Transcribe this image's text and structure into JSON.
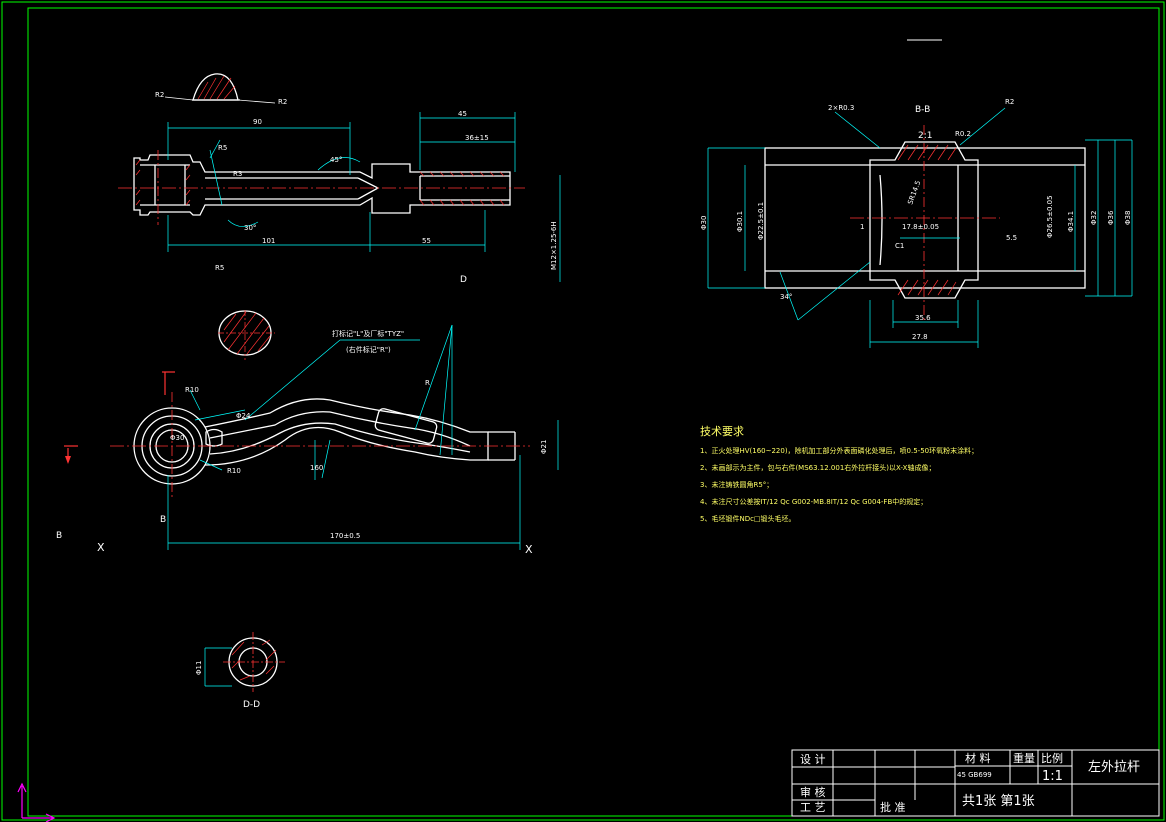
{
  "drawing": {
    "title": "左外拉杆",
    "material_label": "材 料",
    "weight_label": "重量",
    "scale_label": "比例",
    "material_value": "45 GB699",
    "scale_value": "1:1",
    "sheet_info": "共1张  第1张",
    "row_design": "设 计",
    "row_review": "审 核",
    "row_process": "工 艺",
    "row_approve": "批 准"
  },
  "section_labels": {
    "bb": "B-B",
    "bb_scale": "2:1",
    "dd": "D-D",
    "b1": "B",
    "b2": "B",
    "d": "D",
    "x1": "X",
    "x2": "X"
  },
  "dimensions": {
    "r2_left": "R2",
    "r2_right": "R2",
    "d90": "90",
    "d45": "45",
    "d36": "36±15",
    "d10_1": "R5",
    "r3": "R3",
    "d101": "101",
    "d55": "55",
    "angle45": "45°",
    "angle30": "30°",
    "r5": "R5",
    "thread": "M12×1.25-6H",
    "small_d": "D",
    "r10_top": "R10",
    "r10_bottom": "R10",
    "phi24": "Φ24",
    "phi21": "Φ21",
    "d170": "170±0.5",
    "phi30": "Φ30",
    "d160": "160",
    "phi11": "Φ11",
    "r_mark": "R",
    "bb_2x03": "2×R0.3",
    "bb_r2": "R2",
    "bb_phi30": "Φ30",
    "bb_phi22": "Φ22.5±0.1",
    "bb_phi30b": "Φ30.1",
    "bb_phi32": "Φ32",
    "bb_phi36": "Φ36",
    "bb_phi38": "Φ38",
    "bb_phi265": "Φ26.5±0.05",
    "bb_phi34": "Φ34.1",
    "bb_178": "17.8±0.05",
    "bb_c1": "C1",
    "bb_55": "5.5",
    "bb_356": "35.6",
    "bb_278": "27.8",
    "bb_34deg": "34°",
    "bb_sr": "SR14.5",
    "bb_1": "1",
    "bb_r02": "R0.2"
  },
  "notes": {
    "label_marking": "打标记\"L\"及厂标\"TYZ\"",
    "label_marking2": "(右件标记\"R\")",
    "tech_title": "技术要求",
    "tech_items": [
      "1、正火处理HV(160~220)，除机加工部分外表面磷化处理后，喷0.5-50环氧粉末涂料；",
      "2、未画部示为主件，包与右件(MS63.12.001右外拉杆接头)以X-X轴成像；",
      "3、未注铸铁圆角R5°；",
      "4、未注尺寸公差按IT/12 Qc G002-MB.8IT/12 Qc G004-FB中的规定；",
      "5、毛坯锻件NDc□锻头毛坯。"
    ]
  }
}
